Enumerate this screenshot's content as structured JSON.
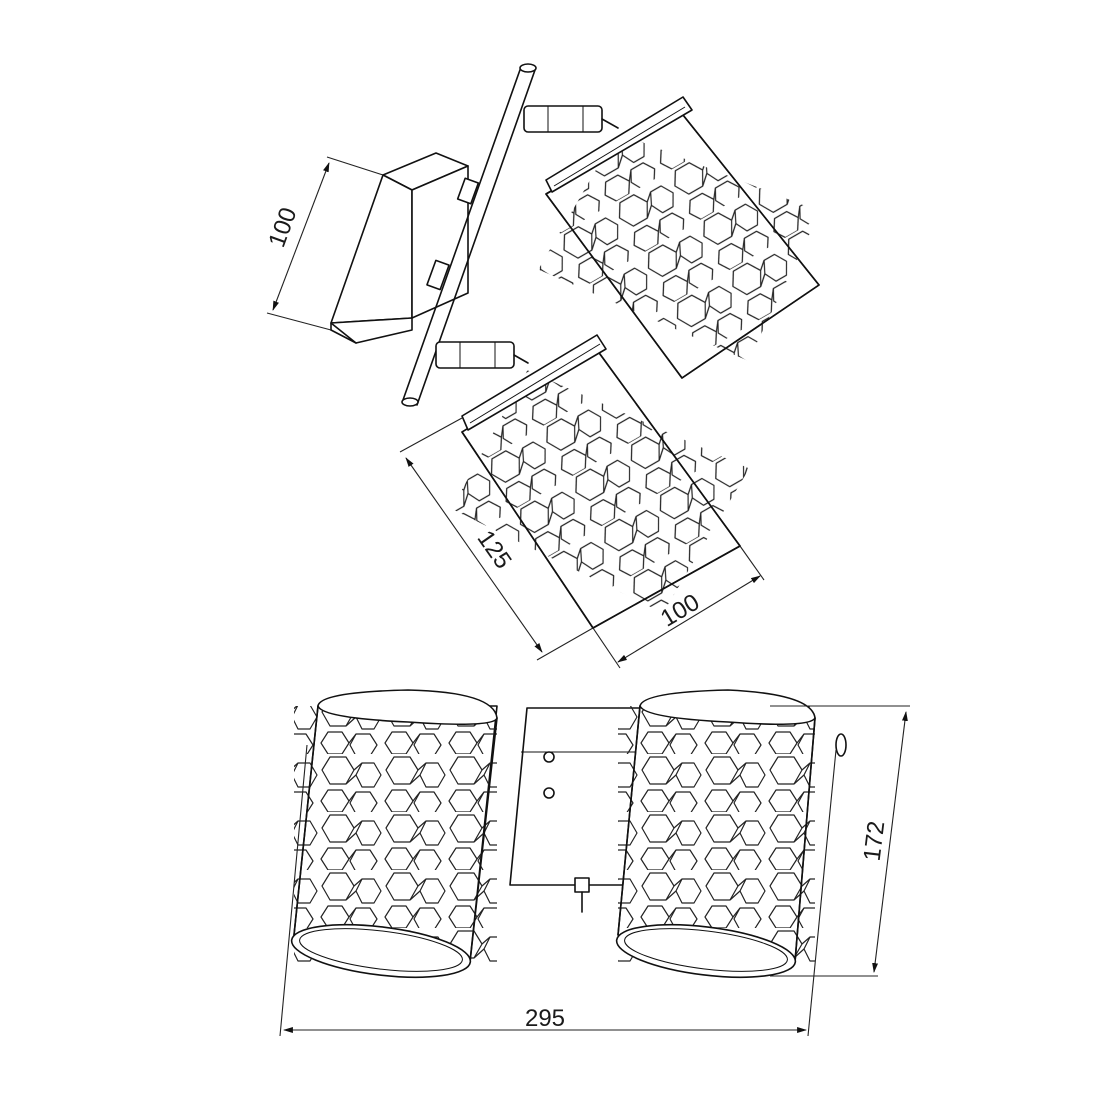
{
  "dimensions": {
    "mount_height": "100",
    "shade_height": "125",
    "shade_diameter": "100",
    "total_height": "172",
    "total_width": "295"
  },
  "colors": {
    "line": "#111111",
    "background": "#ffffff"
  }
}
